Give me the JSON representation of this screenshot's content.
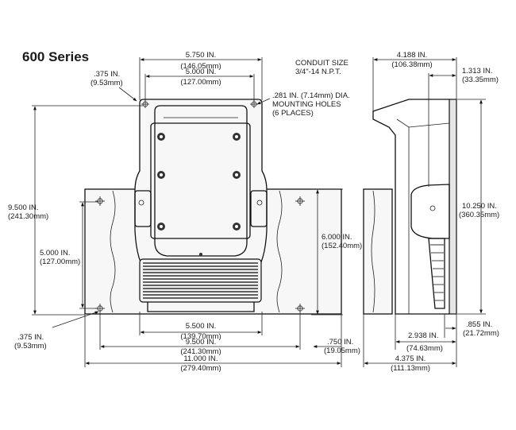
{
  "title": "600 Series",
  "notes": {
    "conduit_line1": "CONDUIT SIZE",
    "conduit_line2": "3/4\"-14 N.P.T.",
    "holes_line1": ".281 IN. (7.14mm) DIA.",
    "holes_line2": "MOUNTING HOLES",
    "holes_line3": "(6 PLACES)"
  },
  "front": {
    "top_5750": {
      "in": "5.750 IN.",
      "mm": "(146.05mm)"
    },
    "top_5000": {
      "in": "5.000 IN.",
      "mm": "(127.00mm)"
    },
    "left_375_top": {
      "in": ".375 IN.",
      "mm": "(9.53mm)"
    },
    "left_9500": {
      "in": "9.500 IN.",
      "mm": "(241.30mm)"
    },
    "left_5000": {
      "in": "5.000 IN.",
      "mm": "(127.00mm)"
    },
    "right_6000": {
      "in": "6.000 IN.",
      "mm": "(152.40mm)"
    },
    "left_375_bottom": {
      "in": ".375 IN.",
      "mm": "(9.53mm)"
    },
    "bottom_5500": {
      "in": "5.500 IN.",
      "mm": "(139.70mm)"
    },
    "bottom_9500": {
      "in": "9.500 IN.",
      "mm": "(241.30mm)"
    },
    "bottom_750": {
      "in": ".750 IN.",
      "mm": "(19.05mm)"
    },
    "bottom_11000": {
      "in": "11.000 IN.",
      "mm": "(279.40mm)"
    }
  },
  "side": {
    "top_4188": {
      "in": "4.188 IN.",
      "mm": "(106.38mm)"
    },
    "top_1313": {
      "in": "1.313 IN.",
      "mm": "(33.35mm)"
    },
    "right_10250": {
      "in": "10.250 IN.",
      "mm": "(360.35mm)"
    },
    "bottom_2938": {
      "in": "2.938 IN.",
      "mm": "(74.63mm)"
    },
    "bottom_855": {
      "in": ".855 IN.",
      "mm": "(21.72mm)"
    },
    "bottom_4375": {
      "in": "4.375 IN.",
      "mm": "(111.13mm)"
    }
  }
}
